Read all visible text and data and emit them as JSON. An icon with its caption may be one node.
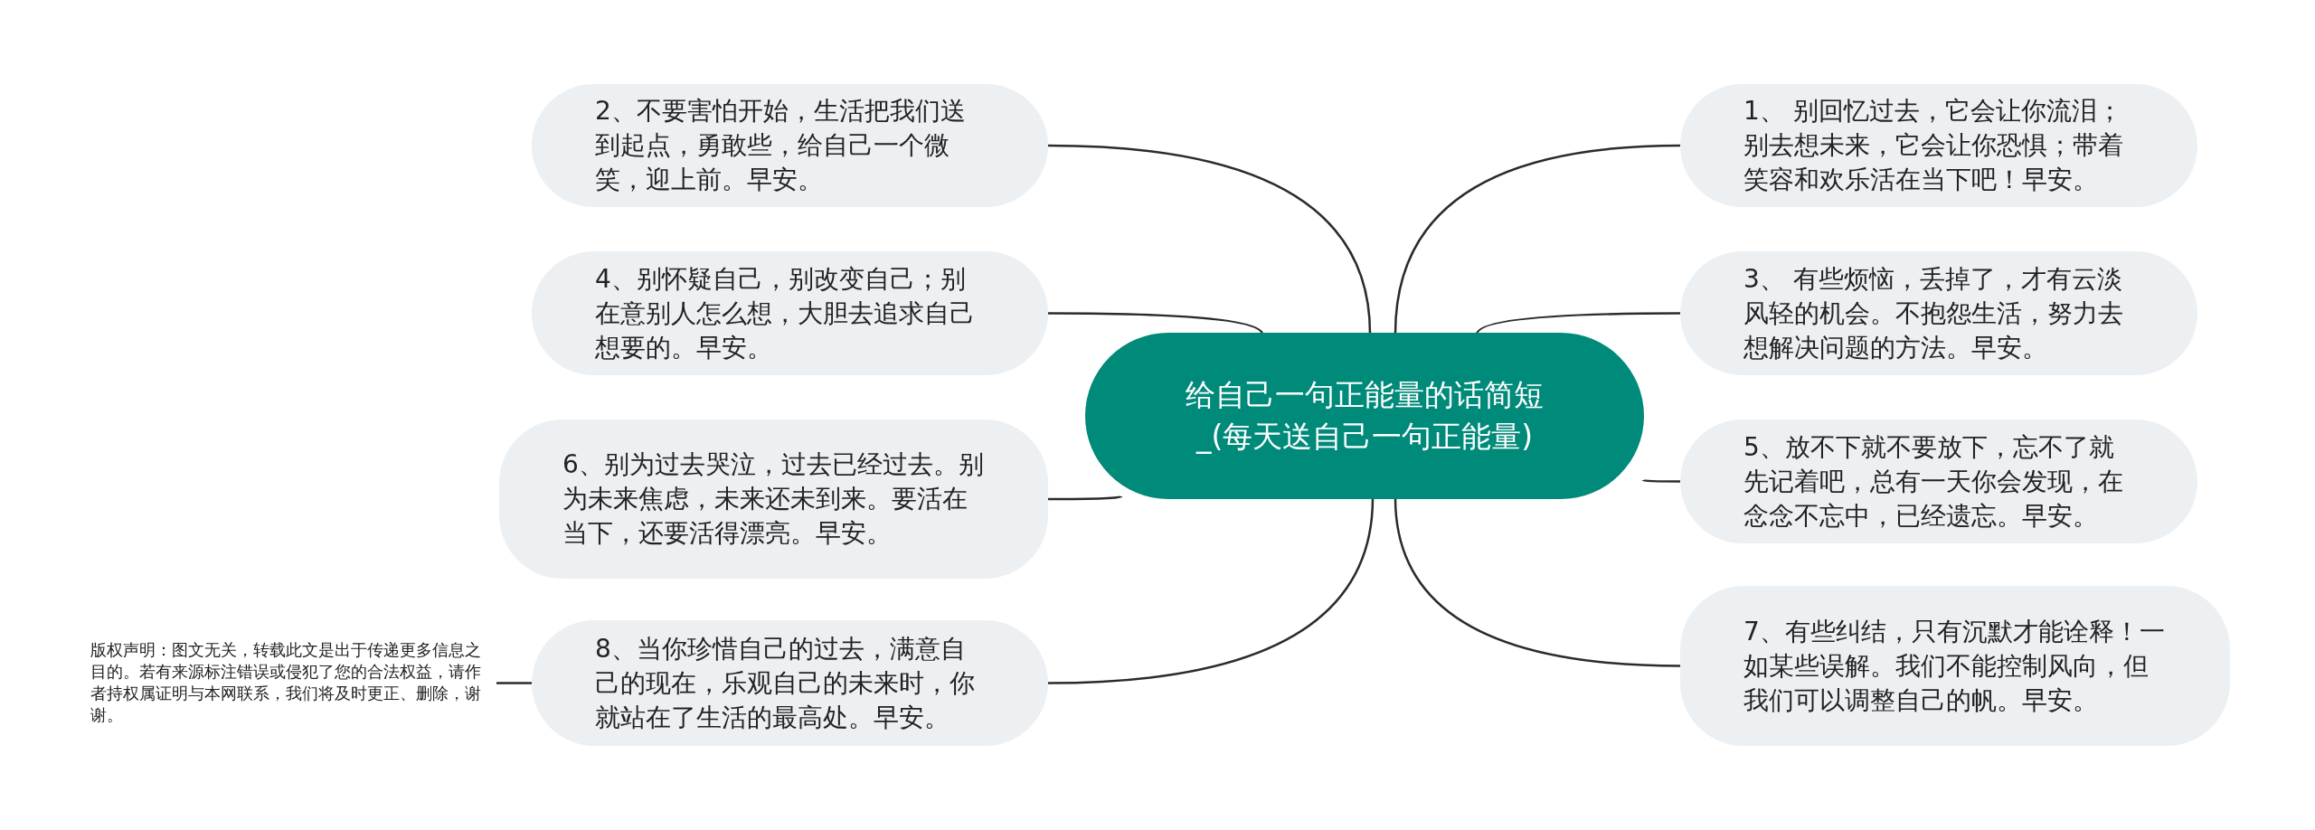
{
  "diagram": {
    "nodes": [
      {
        "text": [
          "给自己一句正能量的话简短_(每天送自己一句正能量)"
        ]
      },
      {
        "text": [
          "1、 别回忆过去，它会让你流泪；别去想未来，它会让你恐惧；带着笑容和欢乐活在当下吧！早安。"
        ]
      },
      {
        "text": [
          "2、不要害怕开始，生活把我们送到起点，勇敢些，给自己一个微笑，迎上前。早安。"
        ]
      },
      {
        "text": [
          "3、 有些烦恼，丢掉了，才有云淡风轻的机会。不抱怨生活，努力去想解决问题的方法。早安。"
        ]
      },
      {
        "text": [
          "4、别怀疑自己，别改变自己；别在意别人怎么想，大胆去追求自己想要的。早安。"
        ]
      },
      {
        "text": [
          "5、放不下就不要放下，忘不了就先记着吧，总有一天你会发现，在念念不忘中，已经遗忘。早安。"
        ]
      },
      {
        "text": [
          "6、别为过去哭泣，过去已经过去。别为未来焦虑，未来还未到来。要活在当下，还要活得漂亮。早安。"
        ]
      },
      {
        "text": [
          "7、有些纠结，只有沉默才能诠释！一如某些误解。我们不能控制风向，但我们可以调整自己的帆。早安。"
        ]
      },
      {
        "text": [
          "8、当你珍惜自己的过去，满意自己的现在，乐观自己的未来时，你就站在了生活的最高处。早安。"
        ]
      },
      {
        "text": [
          "版权声明：图文无关，转载此文是出于传递更多信息之目的。若有来源标注错误或侵犯了您的合法权益，请作者持权属证明与本网联系，我们将及时更正、删除，谢谢。"
        ]
      }
    ],
    "edges": [
      {
        "from": 0,
        "to": 1,
        "arrow": "none"
      },
      {
        "from": 0,
        "to": 2,
        "arrow": "none"
      },
      {
        "from": 0,
        "to": 3,
        "arrow": "none"
      },
      {
        "from": 0,
        "to": 4,
        "arrow": "none"
      },
      {
        "from": 0,
        "to": 5,
        "arrow": "none"
      },
      {
        "from": 0,
        "to": 6,
        "arrow": "none"
      },
      {
        "from": 0,
        "to": 7,
        "arrow": "none"
      },
      {
        "from": 0,
        "to": 8,
        "arrow": "none"
      },
      {
        "from": 9,
        "to": 8,
        "arrow": "none"
      }
    ]
  }
}
